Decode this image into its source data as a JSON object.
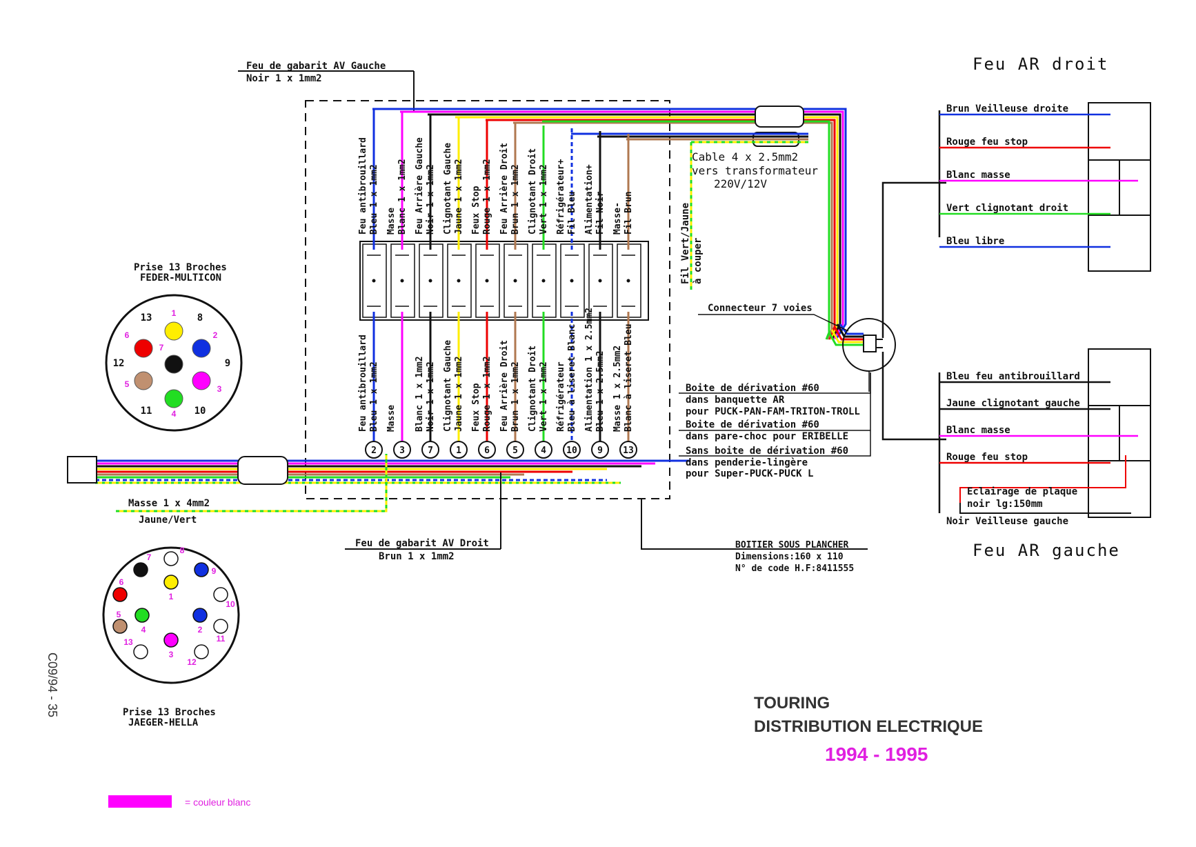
{
  "box": {
    "gabarit_av_gauche": [
      "Feu de gabarit AV Gauche",
      "Noir 1 x 1mm2"
    ],
    "gabarit_av_droit": [
      "Feu de gabarit AV Droit",
      "Brun 1 x 1mm2"
    ],
    "boitier": [
      "BOITIER SOUS PLANCHER",
      "Dimensions:160 x 110",
      "N° de code H.F:8411555"
    ],
    "masse": [
      "Masse 1 x 4mm2",
      "Jaune/Vert"
    ]
  },
  "terminals": [
    {
      "color": "#1030e0",
      "top": [
        "Feu antibrouillard",
        "Bleu 1 x 1mm2"
      ],
      "bottom": [
        "Feu antibrouillard",
        "Bleu 1 x 1mm2"
      ],
      "num": "2"
    },
    {
      "color": "#ff00ff",
      "top": [
        "Masse",
        "Blanc 1 x 1mm2"
      ],
      "bottom": [
        "Masse"
      ],
      "num": "3"
    },
    {
      "color": "#111111",
      "top": [
        "Feu Arrière Gauche",
        "Noir 1 x 1mm2"
      ],
      "bottom": [
        "Blanc 1 x 1mm2",
        "Noir 1 x 1mm2"
      ],
      "num": "7"
    },
    {
      "color": "#ffee00",
      "top": [
        "Clignotant Gauche",
        "Jaune 1 x 1mm2"
      ],
      "bottom": [
        "Clignotant Gauche",
        "Jaune 1 x 1mm2"
      ],
      "num": "1"
    },
    {
      "color": "#ee0000",
      "top": [
        "Feux Stop",
        "Rouge 1 x 1mm2"
      ],
      "bottom": [
        "Feux Stop",
        "Rouge 1 x 1mm2"
      ],
      "num": "6"
    },
    {
      "color": "#b07850",
      "top": [
        "Feu Arrière Droit",
        "Brun 1 x 1mm2"
      ],
      "bottom": [
        "Feu Arrière Droit",
        "Brun 1 x 1mm2"
      ],
      "num": "5"
    },
    {
      "color": "#22dd22",
      "top": [
        "Clignotant Droit",
        "Vert 1 x 1mm2"
      ],
      "bottom": [
        "Clignotant Droit",
        "Vert 1 x 1mm2"
      ],
      "num": "4"
    },
    {
      "color": "#1030e0",
      "top": [
        "Réfrigérateur+",
        "Fil Bleu"
      ],
      "bottom": [
        "Réfrigérateur",
        "Bleu à liseret Blanc"
      ],
      "num": "10"
    },
    {
      "color": "#111111",
      "top": [
        "Alimentation+",
        "Fil Noir"
      ],
      "bottom": [
        "Alimentation 1 x 2.5mm2",
        "Bleu 1 x 2.5mm2"
      ],
      "num": "9"
    },
    {
      "color": "#b07850",
      "top": [
        "Masse-",
        "Fil Brun"
      ],
      "bottom": [
        "Masse 1 x 2.5mm2",
        "Blanc à liseret Bleu"
      ],
      "num": "13"
    }
  ],
  "cable": [
    "Cable 4 x 2.5mm2",
    "vers transformateur",
    "220V/12V"
  ],
  "fil_vert_jaune": [
    "Fil Vert/Jaune",
    "à couper"
  ],
  "connecteur": "Connecteur 7 voies",
  "boites": [
    [
      "Boite de dérivation #60",
      "dans banquette AR",
      "pour PUCK-PAN-FAM-TRITON-TROLL"
    ],
    [
      "Boite de dérivation #60",
      "dans pare-choc pour ERIBELLE"
    ],
    [
      "Sans boite de dérivation #60",
      "dans penderie-lingère",
      "pour Super-PUCK-PUCK L"
    ]
  ],
  "feu_ar_droit": {
    "title": "Feu AR droit",
    "wires": [
      {
        "label": "Brun Veilleuse droite",
        "color": "#1030e0"
      },
      {
        "label": "Rouge feu stop",
        "color": "#ee0000"
      },
      {
        "label": "Blanc masse",
        "color": "#ff00ff"
      },
      {
        "label": "Vert clignotant droit",
        "color": "#22dd22"
      },
      {
        "label": "Bleu libre",
        "color": "#1030e0"
      }
    ]
  },
  "feu_ar_gauche": {
    "title": "Feu AR gauche",
    "wires": [
      {
        "label": "Bleu feu antibrouillard",
        "color": "#111111"
      },
      {
        "label": "Jaune clignotant gauche",
        "color": "#111111"
      },
      {
        "label": "Blanc masse",
        "color": "#ff00ff"
      },
      {
        "label": "Rouge feu stop",
        "color": "#ee0000"
      }
    ],
    "eclairage": [
      "Eclairage de plaque",
      "noir lg:150mm"
    ],
    "veilleuse": "Noir Veilleuse gauche"
  },
  "prise_multicon": {
    "title": [
      "Prise 13 Broches",
      "FEDER-MULTICON"
    ],
    "black_numbers": [
      "13",
      "8",
      "12",
      "9",
      "11",
      "10"
    ],
    "pins": [
      {
        "num": "1",
        "color": "#ffee00"
      },
      {
        "num": "2",
        "color": "#1030e0"
      },
      {
        "num": "3",
        "color": "#ff00ff"
      },
      {
        "num": "4",
        "color": "#22dd22"
      },
      {
        "num": "5",
        "color": "#c09070"
      },
      {
        "num": "6",
        "color": "#ee0000"
      },
      {
        "num": "7",
        "color": "#111111"
      }
    ]
  },
  "prise_hella": {
    "title": [
      "Prise 13 Broches",
      "JAEGER-HELLA"
    ],
    "pins": [
      {
        "num": "1",
        "color": "#ffee00"
      },
      {
        "num": "2",
        "color": "#1030e0"
      },
      {
        "num": "3",
        "color": "#ff00ff"
      },
      {
        "num": "4",
        "color": "#22dd22"
      },
      {
        "num": "5",
        "color": "#c09070"
      },
      {
        "num": "6",
        "color": "#ee0000"
      },
      {
        "num": "7",
        "color": "#111111"
      },
      {
        "num": "8",
        "color": "#ffffff"
      },
      {
        "num": "9",
        "color": "#1030e0"
      },
      {
        "num": "10",
        "color": "#ffffff"
      },
      {
        "num": "11",
        "color": "#ffffff"
      },
      {
        "num": "12",
        "color": "#ffffff"
      },
      {
        "num": "13",
        "color": "#ffffff"
      }
    ]
  },
  "doc_code": "C09/94 - 35",
  "title": [
    "TOURING",
    "DISTRIBUTION ELECTRIQUE"
  ],
  "years": "1994 - 1995",
  "legend": {
    "text": "= couleur blanc",
    "color": "#ff00ff"
  }
}
